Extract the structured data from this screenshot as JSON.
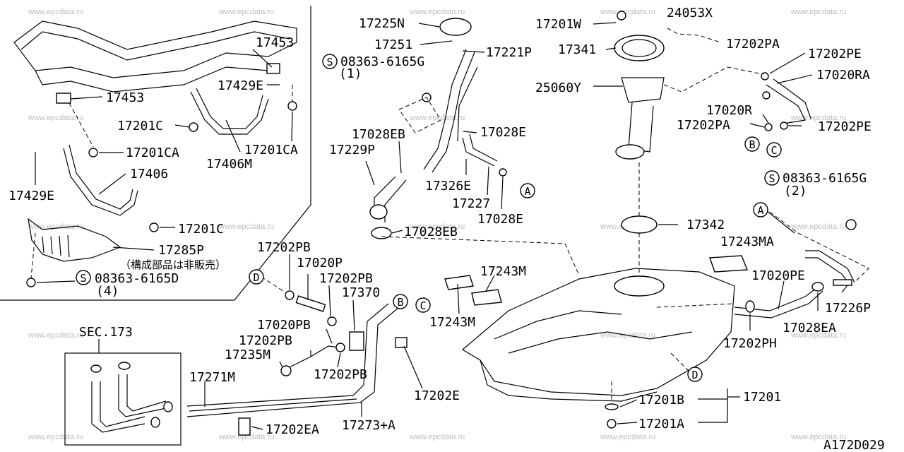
{
  "diagram_code": "A172D029",
  "watermark": "www.epcdata.ru",
  "section_ref": "SEC.173",
  "circle_refs": [
    "A",
    "B",
    "C",
    "D"
  ],
  "screw_marker": "S",
  "parts": {
    "p17453a": "17453",
    "p17453b": "17453",
    "p17429E_top": "17429E",
    "p17201C_top": "17201C",
    "p17201CA_a": "17201CA",
    "p17201CA_b": "17201CA",
    "p17406M": "17406M",
    "p17406": "17406",
    "p17429E_left": "17429E",
    "p17201C_b": "17201C",
    "p17285P": "17285P",
    "note_not_sold": "（構成部品は非販売）",
    "p08363_6165D": "08363-6165D",
    "qty_4": "(4)",
    "p17225N": "17225N",
    "p17251": "17251",
    "p17221P": "17221P",
    "p08363_6165G_a": "08363-6165G",
    "qty_1": "(1)",
    "p17028EB_a": "17028EB",
    "p17028E_a": "17028E",
    "p17229P": "17229P",
    "p17326E": "17326E",
    "p17227": "17227",
    "p17028E_b": "17028E",
    "p17028EB_b": "17028EB",
    "p17201W": "17201W",
    "p24053X": "24053X",
    "p17341": "17341",
    "p17202PA_a": "17202PA",
    "p17202PE_a": "17202PE",
    "p17020RA": "17020RA",
    "p25060Y": "25060Y",
    "p17020R": "17020R",
    "p17202PA_b": "17202PA",
    "p17202PE_b": "17202PE",
    "p08363_6165G_b": "08363-6165G",
    "qty_2": "(2)",
    "p17342": "17342",
    "p17243MA": "17243MA",
    "p17243M_a": "17243M",
    "p17243M_b": "17243M",
    "p17020PE": "17020PE",
    "p17226P": "17226P",
    "p17028EA": "17028EA",
    "p17202PH": "17202PH",
    "p17202PB_a": "17202PB",
    "p17020P": "17020P",
    "p17202PB_b": "17202PB",
    "p17370": "17370",
    "p17020PB": "17020PB",
    "p17202PB_c": "17202PB",
    "p17235M": "17235M",
    "p17202PB_d": "17202PB",
    "p17271M": "17271M",
    "p17273A": "17273+A",
    "p17202E": "17202E",
    "p17202EA": "17202EA",
    "p17201B": "17201B",
    "p17201": "17201",
    "p17201A": "17201A"
  }
}
